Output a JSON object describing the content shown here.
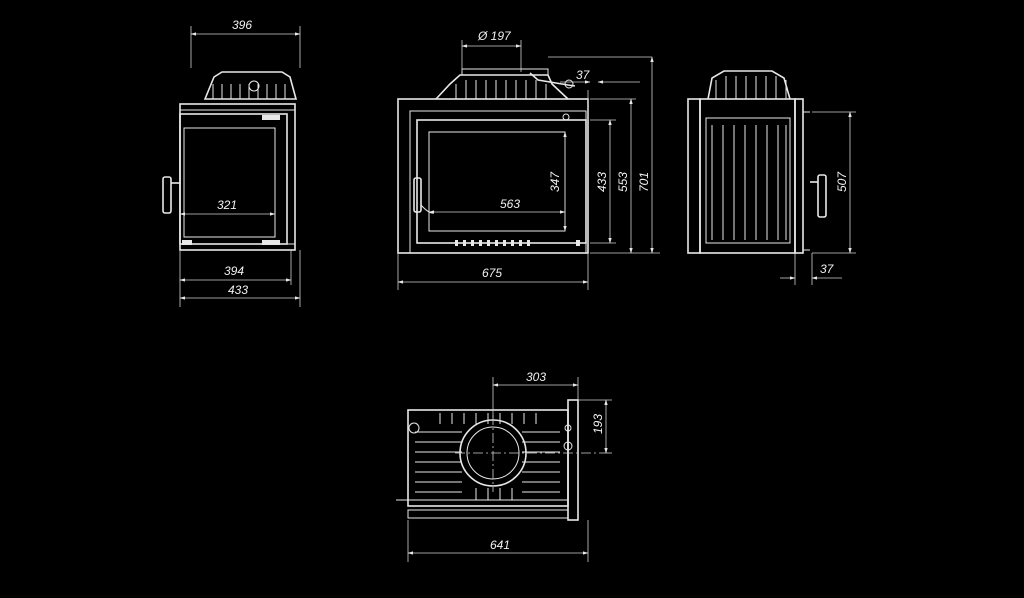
{
  "colors": {
    "background": "#000000",
    "line": "#e8e8e8"
  },
  "dimensions": {
    "front_top_width": "396",
    "front_glass_width": "321",
    "front_inner_width": "394",
    "front_outer_width": "433",
    "main_flue_diameter": "Ø 197",
    "main_offset": "37",
    "main_glass_height": "347",
    "main_glass_width": "563",
    "main_inner_height": "433",
    "main_frame_height": "553",
    "main_total_height": "701",
    "main_total_width": "675",
    "side_height": "507",
    "side_depth_offset": "37",
    "plan_flue_offset": "303",
    "plan_flue_depth": "193",
    "plan_total_width": "641"
  }
}
